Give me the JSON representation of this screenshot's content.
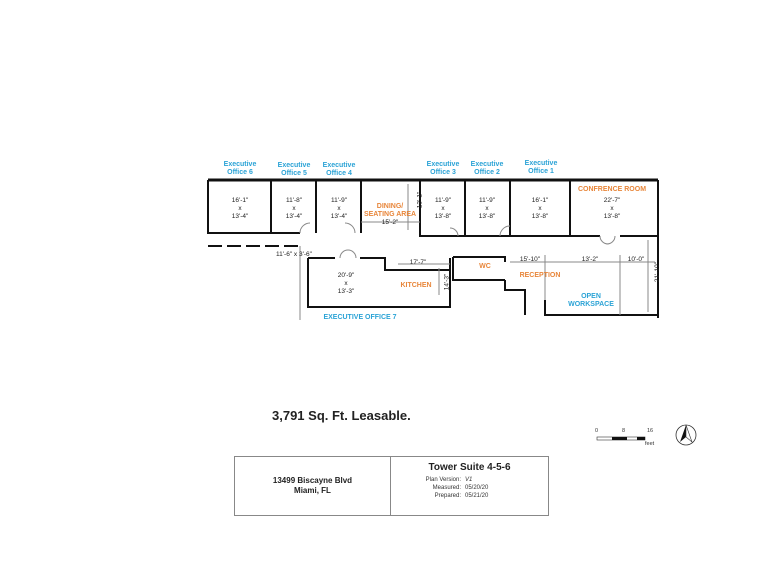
{
  "colors": {
    "office_label": "#2ba3d6",
    "room_label": "#e8863a",
    "wall": "#111111"
  },
  "rooms": {
    "exec6": {
      "name": "Executive\nOffice 6",
      "dims": "16'-1\"\nx\n13'-4\""
    },
    "exec5": {
      "name": "Executive\nOffice 5",
      "dims": "11'-8\"\nx\n13'-4\""
    },
    "exec4": {
      "name": "Executive\nOffice 4",
      "dims": "11'-9\"\nx\n13'-4\""
    },
    "dining": {
      "name": "DINING/\nSEATING AREA",
      "dims_w": "15'-2\"",
      "dims_h": "13'-1\""
    },
    "exec3": {
      "name": "Executive\nOffice 3",
      "dims": "11'-9\"\nx\n13'-8\""
    },
    "exec2": {
      "name": "Executive\nOffice 2",
      "dims": "11'-9\"\nx\n13'-8\""
    },
    "exec1": {
      "name": "Executive\nOffice 1",
      "dims": "16'-1\"\nx\n13'-8\""
    },
    "conference": {
      "name": "CONFRENCE ROOM",
      "dims": "22'-7\"\nx\n13'-8\""
    },
    "closet": {
      "dims": "11'-6\" x 3'-6\""
    },
    "exec7": {
      "name": "EXECUTIVE OFFICE 7",
      "dims": "20'-9\"\nx\n13'-3\""
    },
    "kitchen": {
      "name": "KITCHEN",
      "dims_w": "17'-7\"",
      "dims_h": "14'-3\""
    },
    "wc": {
      "name": "WC"
    },
    "reception": {
      "name": "RECEPTION",
      "dims_w": "15'-10\""
    },
    "open": {
      "name": "OPEN\nWORKSPACE",
      "dims_w1": "13'-2\"",
      "dims_w2": "10'-0\"",
      "dims_h": "21'-10\""
    }
  },
  "leasable": "3,791 Sq. Ft. Leasable.",
  "scale": {
    "ticks": [
      "0",
      "8",
      "16"
    ],
    "unit": "feet"
  },
  "north_arrow_icon": "north-arrow",
  "title_block": {
    "address_line1": "13499 Biscayne Blvd",
    "address_line2": "Miami, FL",
    "title": "Tower Suite 4-5-6",
    "plan_version_label": "Plan Version:",
    "plan_version": "V1",
    "measured_label": "Measured:",
    "measured": "05/20/20",
    "prepared_label": "Prepared:",
    "prepared": "05/21/20"
  }
}
